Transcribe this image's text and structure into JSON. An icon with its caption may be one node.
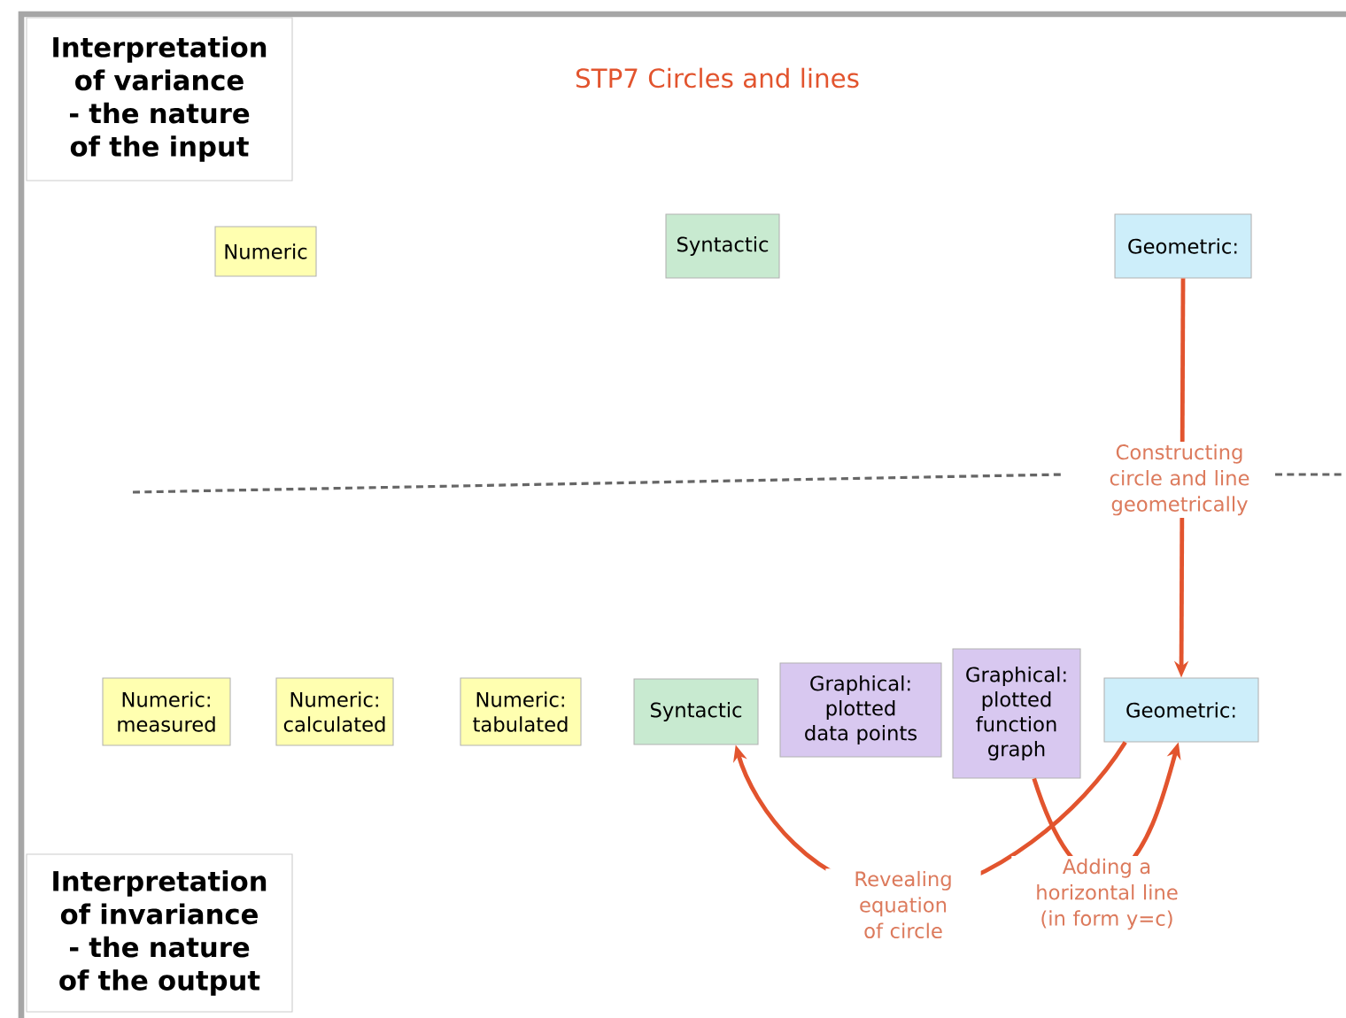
{
  "diagram": {
    "title": "STP7 Circles and lines",
    "nodes": [
      {
        "text": [
          "Interpretation of variance - the nature of the input"
        ]
      },
      {
        "text": [
          "Numeric"
        ]
      },
      {
        "text": [
          "Syntactic"
        ]
      },
      {
        "text": [
          "Geometric:"
        ]
      },
      {
        "text": [
          "Numeric: measured"
        ]
      },
      {
        "text": [
          "Numeric: calculated"
        ]
      },
      {
        "text": [
          "Numeric: tabulated"
        ]
      },
      {
        "text": [
          "Syntactic"
        ]
      },
      {
        "text": [
          "Graphical: plotted data points"
        ]
      },
      {
        "text": [
          "Graphical: plotted function graph"
        ]
      },
      {
        "text": [
          "Geometric:"
        ]
      },
      {
        "text": [
          "Interpretation of invariance - the nature of the output"
        ]
      }
    ],
    "edges": [
      {
        "from": 3,
        "to": 10,
        "arrow": "to",
        "label": "Constructing circle and line geometrically"
      },
      {
        "from": 10,
        "to": 7,
        "arrow": "to",
        "label": "Revealing equation of circle"
      },
      {
        "from": 9,
        "to": 10,
        "arrow": "to",
        "label": "Adding a horizontal line (in form y=c)"
      }
    ]
  }
}
